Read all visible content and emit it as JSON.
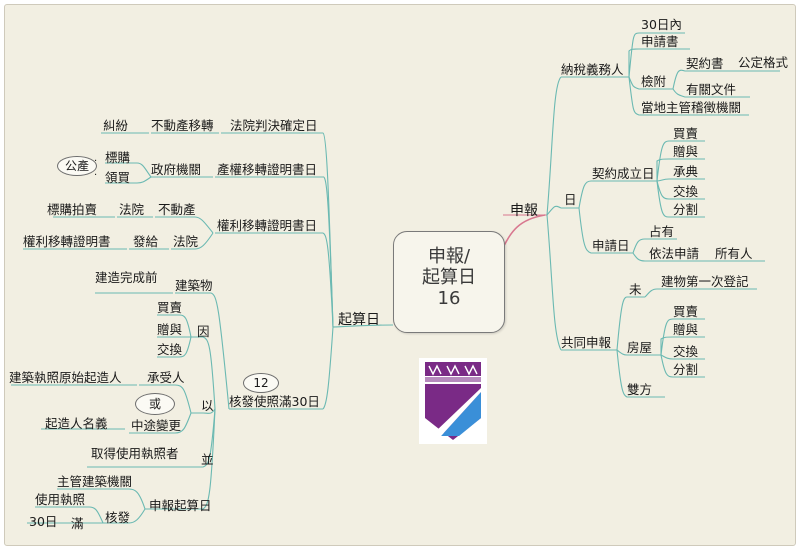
{
  "center": {
    "line1": "申報/",
    "line2": "起算日",
    "line3": "16"
  },
  "right": {
    "shenbao": "申報",
    "nashui": "納稅義務人",
    "d30": "30日內",
    "apply_doc": "申請書",
    "jianfu": "檢附",
    "contract": "契約書",
    "official_format": "公定格式",
    "related_docs": "有關文件",
    "local_tax": "當地主管稽徵機關",
    "ri": "日",
    "contract_date": "契約成立日",
    "buy_sell": "買賣",
    "gift": "贈與",
    "dian": "承典",
    "exchange": "交換",
    "split": "分割",
    "apply_date": "申請日",
    "occupy": "占有",
    "by_law": "依法申請",
    "owner": "所有人",
    "joint": "共同申報",
    "wei": "未",
    "first_reg": "建物第一次登記",
    "house": "房屋",
    "h_buy": "買賣",
    "h_gift": "贈與",
    "h_exchange": "交換",
    "h_split": "分割",
    "both": "雙方"
  },
  "left": {
    "qisuanri": "起算日",
    "court_final": "法院判決確定日",
    "real_estate_transfer": "不動產移轉",
    "dispute": "糾紛",
    "property_cert_date": "產權移轉證明書日",
    "gov": "政府機關",
    "biao_gou": "標購",
    "ling_mai": "領買",
    "gong_chan": "公產",
    "right_cert_date": "權利移轉證明書日",
    "bu_dong_chan": "不動產",
    "fa_yuan_1": "法院",
    "auction": "標購拍賣",
    "fa_yuan_2": "法院",
    "fa_gei": "發給",
    "right_cert": "權利移轉證明書",
    "license30": "核發使照滿30日",
    "num12": "12",
    "jian_zhu_wu": "建築物",
    "before_built": "建造完成前",
    "yin": "因",
    "l_buy": "買賣",
    "l_gift": "贈與",
    "l_exchange": "交換",
    "yi": "以",
    "assignee": "承受人",
    "huo": "或",
    "permit_builder": "建築執照原始起造人",
    "midway_change": "中途變更",
    "builder_name": "起造人名義",
    "obtain_license": "取得使用執照者",
    "bing": "並",
    "declare_date": "申報起算日",
    "authority": "主管建築機關",
    "he_fa": "核發",
    "use_license": "使用執照",
    "man": "滿",
    "d30_left": "30日"
  },
  "colors": {
    "line": "#6bb9b2",
    "pink": "#d8778f",
    "logo_purple": "#7a2a86",
    "logo_blue": "#3a8fd8"
  }
}
